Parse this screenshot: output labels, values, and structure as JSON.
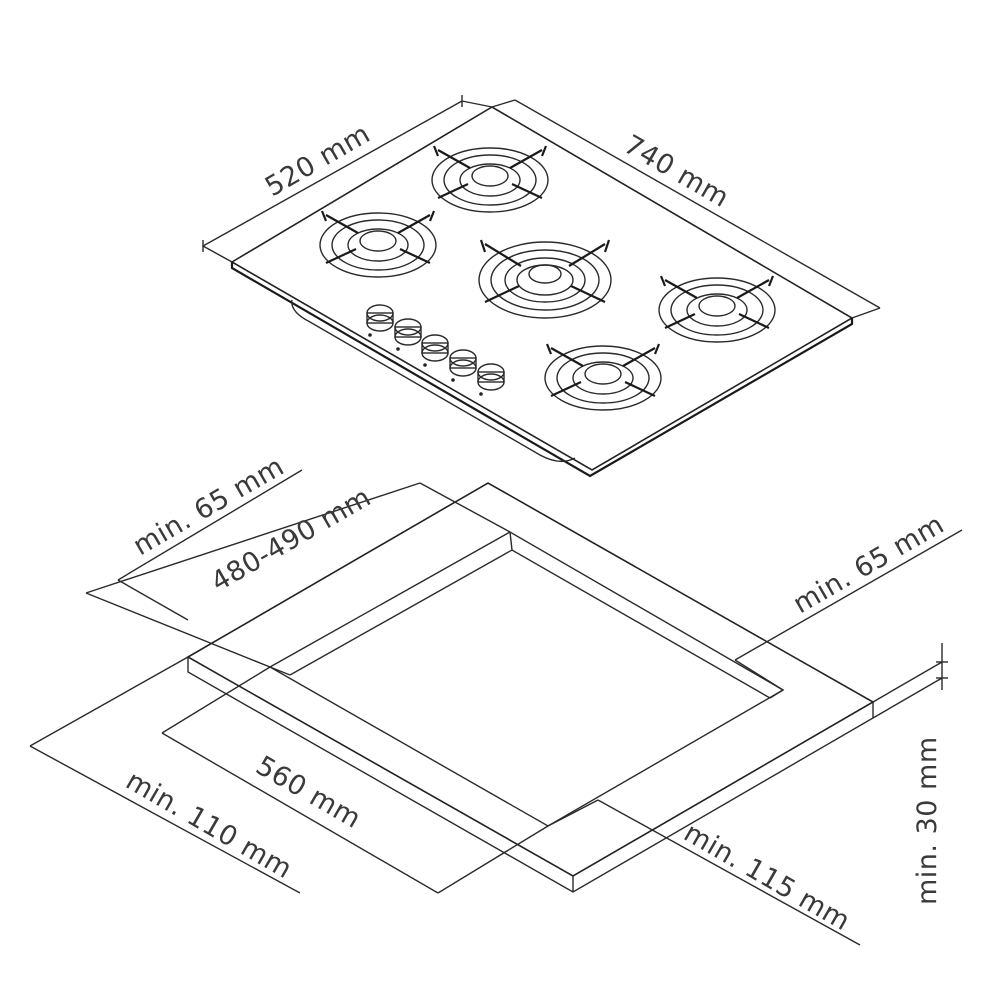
{
  "hob": {
    "depth_label": "520 mm",
    "width_label": "740 mm",
    "burner_count": 5,
    "knob_count": 5
  },
  "cutout": {
    "rear_clearance_label": "min. 65 mm",
    "cutout_depth_label": "480-490 mm",
    "side_clearance_right_label": "min. 65 mm",
    "cutout_width_label": "560 mm",
    "front_clearance_label": "min. 110 mm",
    "side_clearance_left_label": "min. 115 mm",
    "worktop_thickness_label": "min. 30 mm"
  }
}
